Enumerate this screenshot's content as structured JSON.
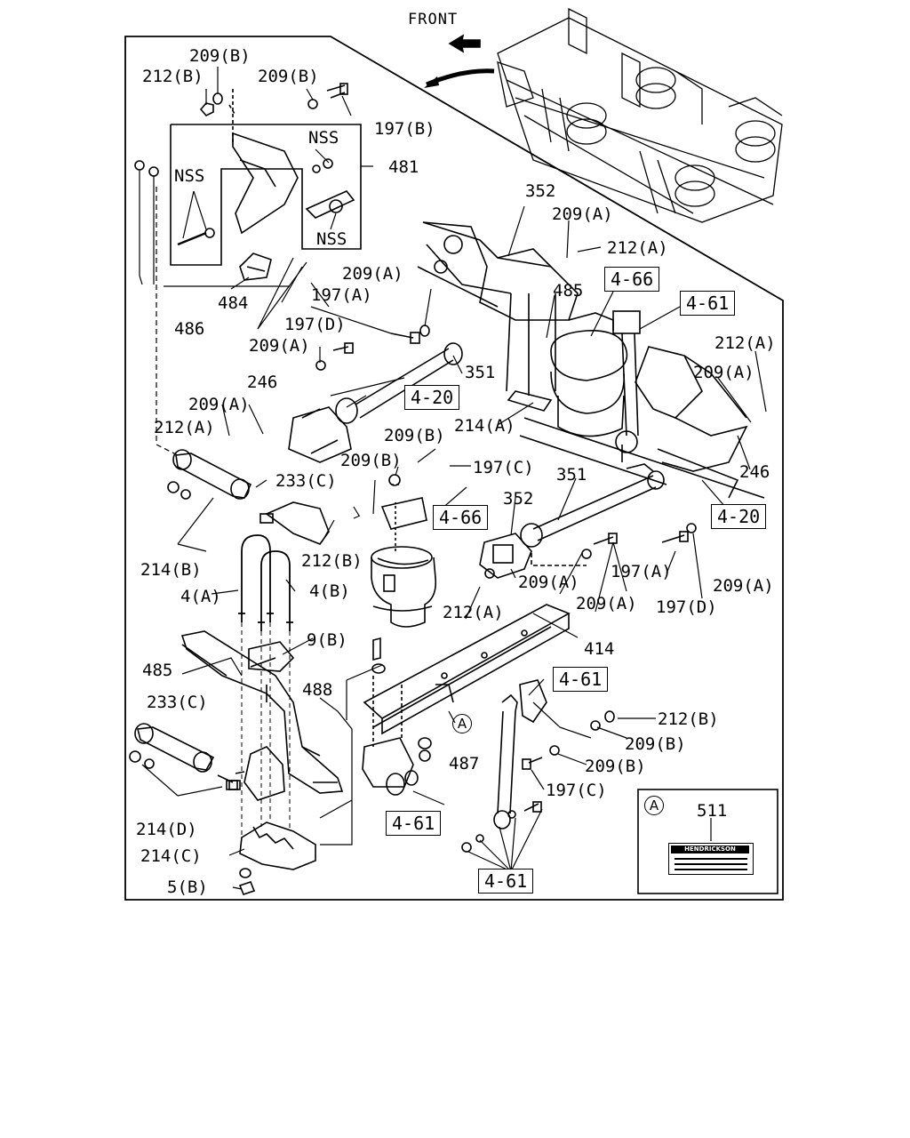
{
  "header": {
    "front_label": "FRONT"
  },
  "inset": {
    "letter": "A",
    "part": "511",
    "brand": "HENDRICKSON"
  },
  "callout_letter": "A",
  "nss": [
    "NSS",
    "NSS",
    "NSS"
  ],
  "labels": {
    "l209b_1": "209(B)",
    "l212b_1": "212(B)",
    "l209b_2": "209(B)",
    "l197b": "197(B)",
    "l481": "481",
    "l352_1": "352",
    "l209a_1": "209(A)",
    "l212a_1": "212(A)",
    "l209a_2": "209(A)",
    "l485_1": "485",
    "l197a_1": "197(A)",
    "l484": "484",
    "l197d_1": "197(D)",
    "l486": "486",
    "l209a_3": "209(A)",
    "l212a_2": "212(A)",
    "l209a_4": "209(A)",
    "l351_1": "351",
    "l246_1": "246",
    "l209a_5": "209(A)",
    "l214a": "214(A)",
    "l212a_3": "212(A)",
    "l209b_3": "209(B)",
    "l246_2": "246",
    "l209b_4": "209(B)",
    "l197c_1": "197(C)",
    "l233c_1": "233(C)",
    "l351_2": "351",
    "l352_2": "352",
    "l212b_2": "212(B)",
    "l214b": "214(B)",
    "l4a": "4(A)",
    "l4b": "4(B)",
    "l209a_6": "209(A)",
    "l197a_2": "197(A)",
    "l209a_7": "209(A)",
    "l209a_8": "209(A)",
    "l197d_2": "197(D)",
    "l212a_4": "212(A)",
    "l9b": "9(B)",
    "l414": "414",
    "l485_2": "485",
    "l488": "488",
    "l233c_2": "233(C)",
    "l212b_3": "212(B)",
    "l209b_5": "209(B)",
    "l487": "487",
    "l209b_6": "209(B)",
    "l197c_2": "197(C)",
    "l214d": "214(D)",
    "l214c": "214(C)",
    "l5b": "5(B)"
  },
  "refs": {
    "r466_1": "4-66",
    "r461_1": "4-61",
    "r420_1": "4-20",
    "r466_2": "4-66",
    "r420_2": "4-20",
    "r461_2": "4-61",
    "r461_3": "4-61",
    "r461_4": "4-61"
  }
}
